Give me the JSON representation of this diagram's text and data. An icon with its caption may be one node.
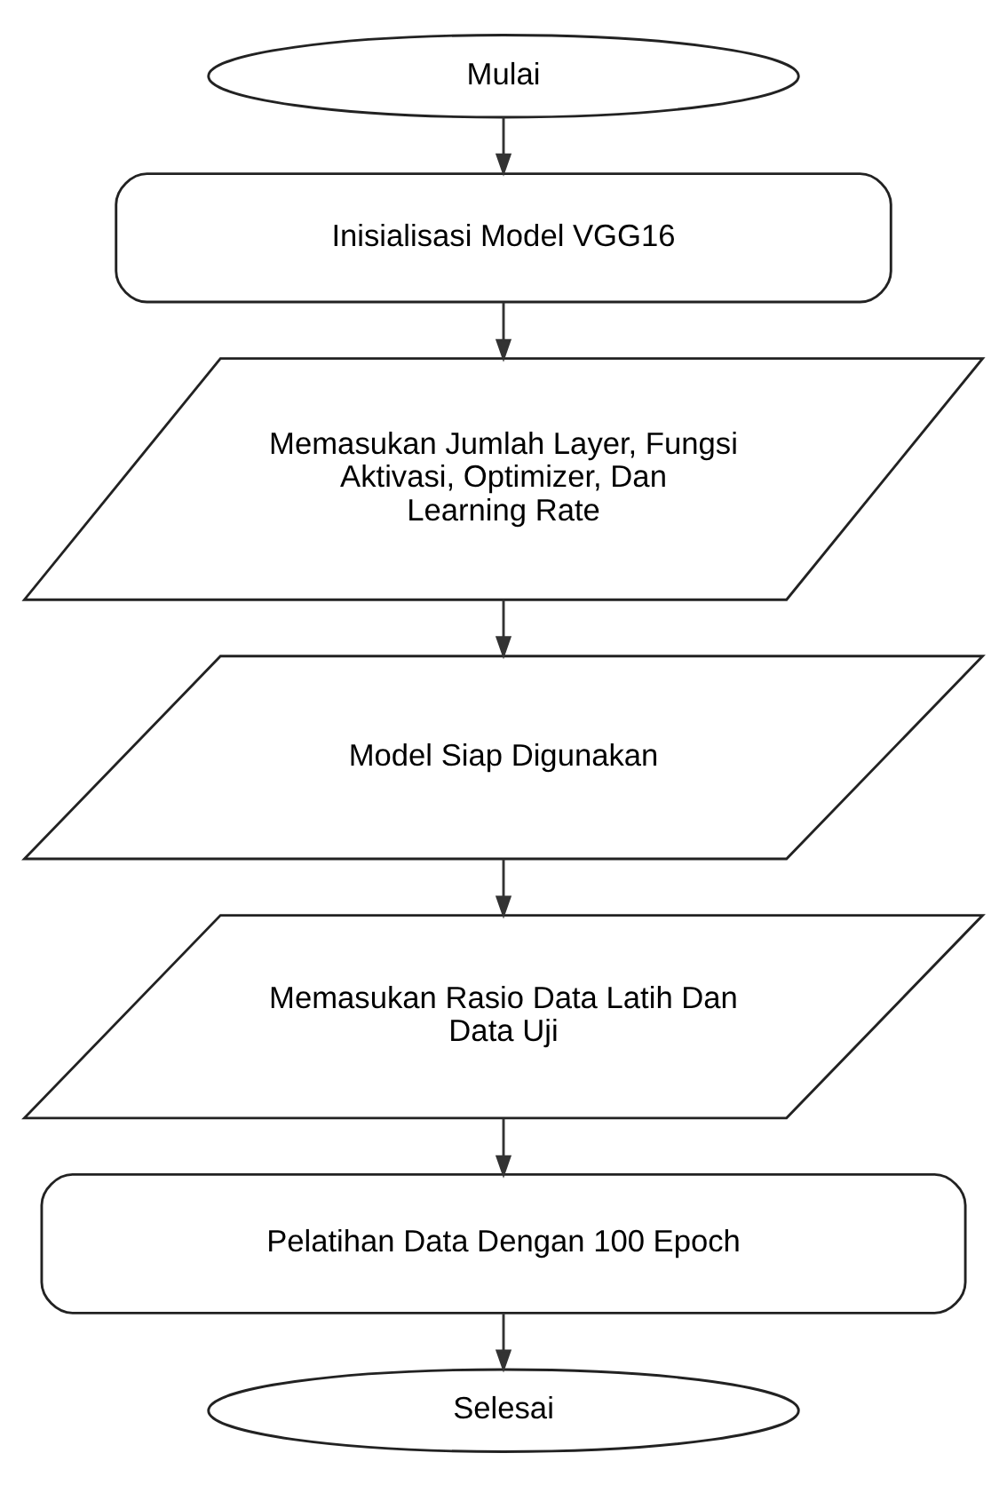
{
  "diagram": {
    "nodes": [
      {
        "text": [
          "Mulai"
        ]
      },
      {
        "text": [
          "Inisialisasi Model VGG16"
        ]
      },
      {
        "text": [
          "Memasukan Jumlah Layer, Fungsi Aktivasi, Optimizer, Dan Learning Rate"
        ]
      },
      {
        "text": [
          "Model Siap Digunakan"
        ]
      },
      {
        "text": [
          "Memasukan Rasio Data Latih Dan Data Uji"
        ]
      },
      {
        "text": [
          "Pelatihan Data Dengan 100 Epoch"
        ]
      },
      {
        "text": [
          "Selesai"
        ]
      }
    ],
    "edges": [
      {
        "from": 0,
        "to": 1,
        "arrow": "to"
      },
      {
        "from": 1,
        "to": 2,
        "arrow": "to"
      },
      {
        "from": 2,
        "to": 3,
        "arrow": "to"
      },
      {
        "from": 3,
        "to": 4,
        "arrow": "to"
      },
      {
        "from": 4,
        "to": 5,
        "arrow": "to"
      },
      {
        "from": 5,
        "to": 6,
        "arrow": "to"
      }
    ]
  }
}
